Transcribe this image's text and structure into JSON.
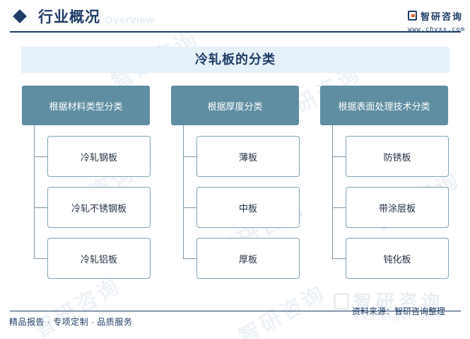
{
  "header": {
    "title": "行业概况",
    "subtitle": "Overview"
  },
  "logo": {
    "name": "智研咨询",
    "url": "www.chyxx.com"
  },
  "watermark": {
    "text": "智研咨询",
    "url": "www.chyxx.com"
  },
  "diagram": {
    "title": "冷轧板的分类",
    "columns": [
      {
        "head": "根据材料类型分类",
        "items": [
          "冷轧钢板",
          "冷轧不锈钢板",
          "冷轧铝板"
        ]
      },
      {
        "head": "根据厚度分类",
        "items": [
          "薄板",
          "中板",
          "厚板"
        ]
      },
      {
        "head": "根据表面处理技术分类",
        "items": [
          "防锈板",
          "带涂层板",
          "钝化板"
        ]
      }
    ]
  },
  "footer": {
    "left": "精品报告 · 专项定制 · 品质服务",
    "source": "资料来源：智研咨询整理"
  },
  "colors": {
    "brand": "#1f3d66",
    "column_head": "#5f8ea2",
    "banner": "#e5f0f9",
    "accent": "#e36b2c"
  }
}
